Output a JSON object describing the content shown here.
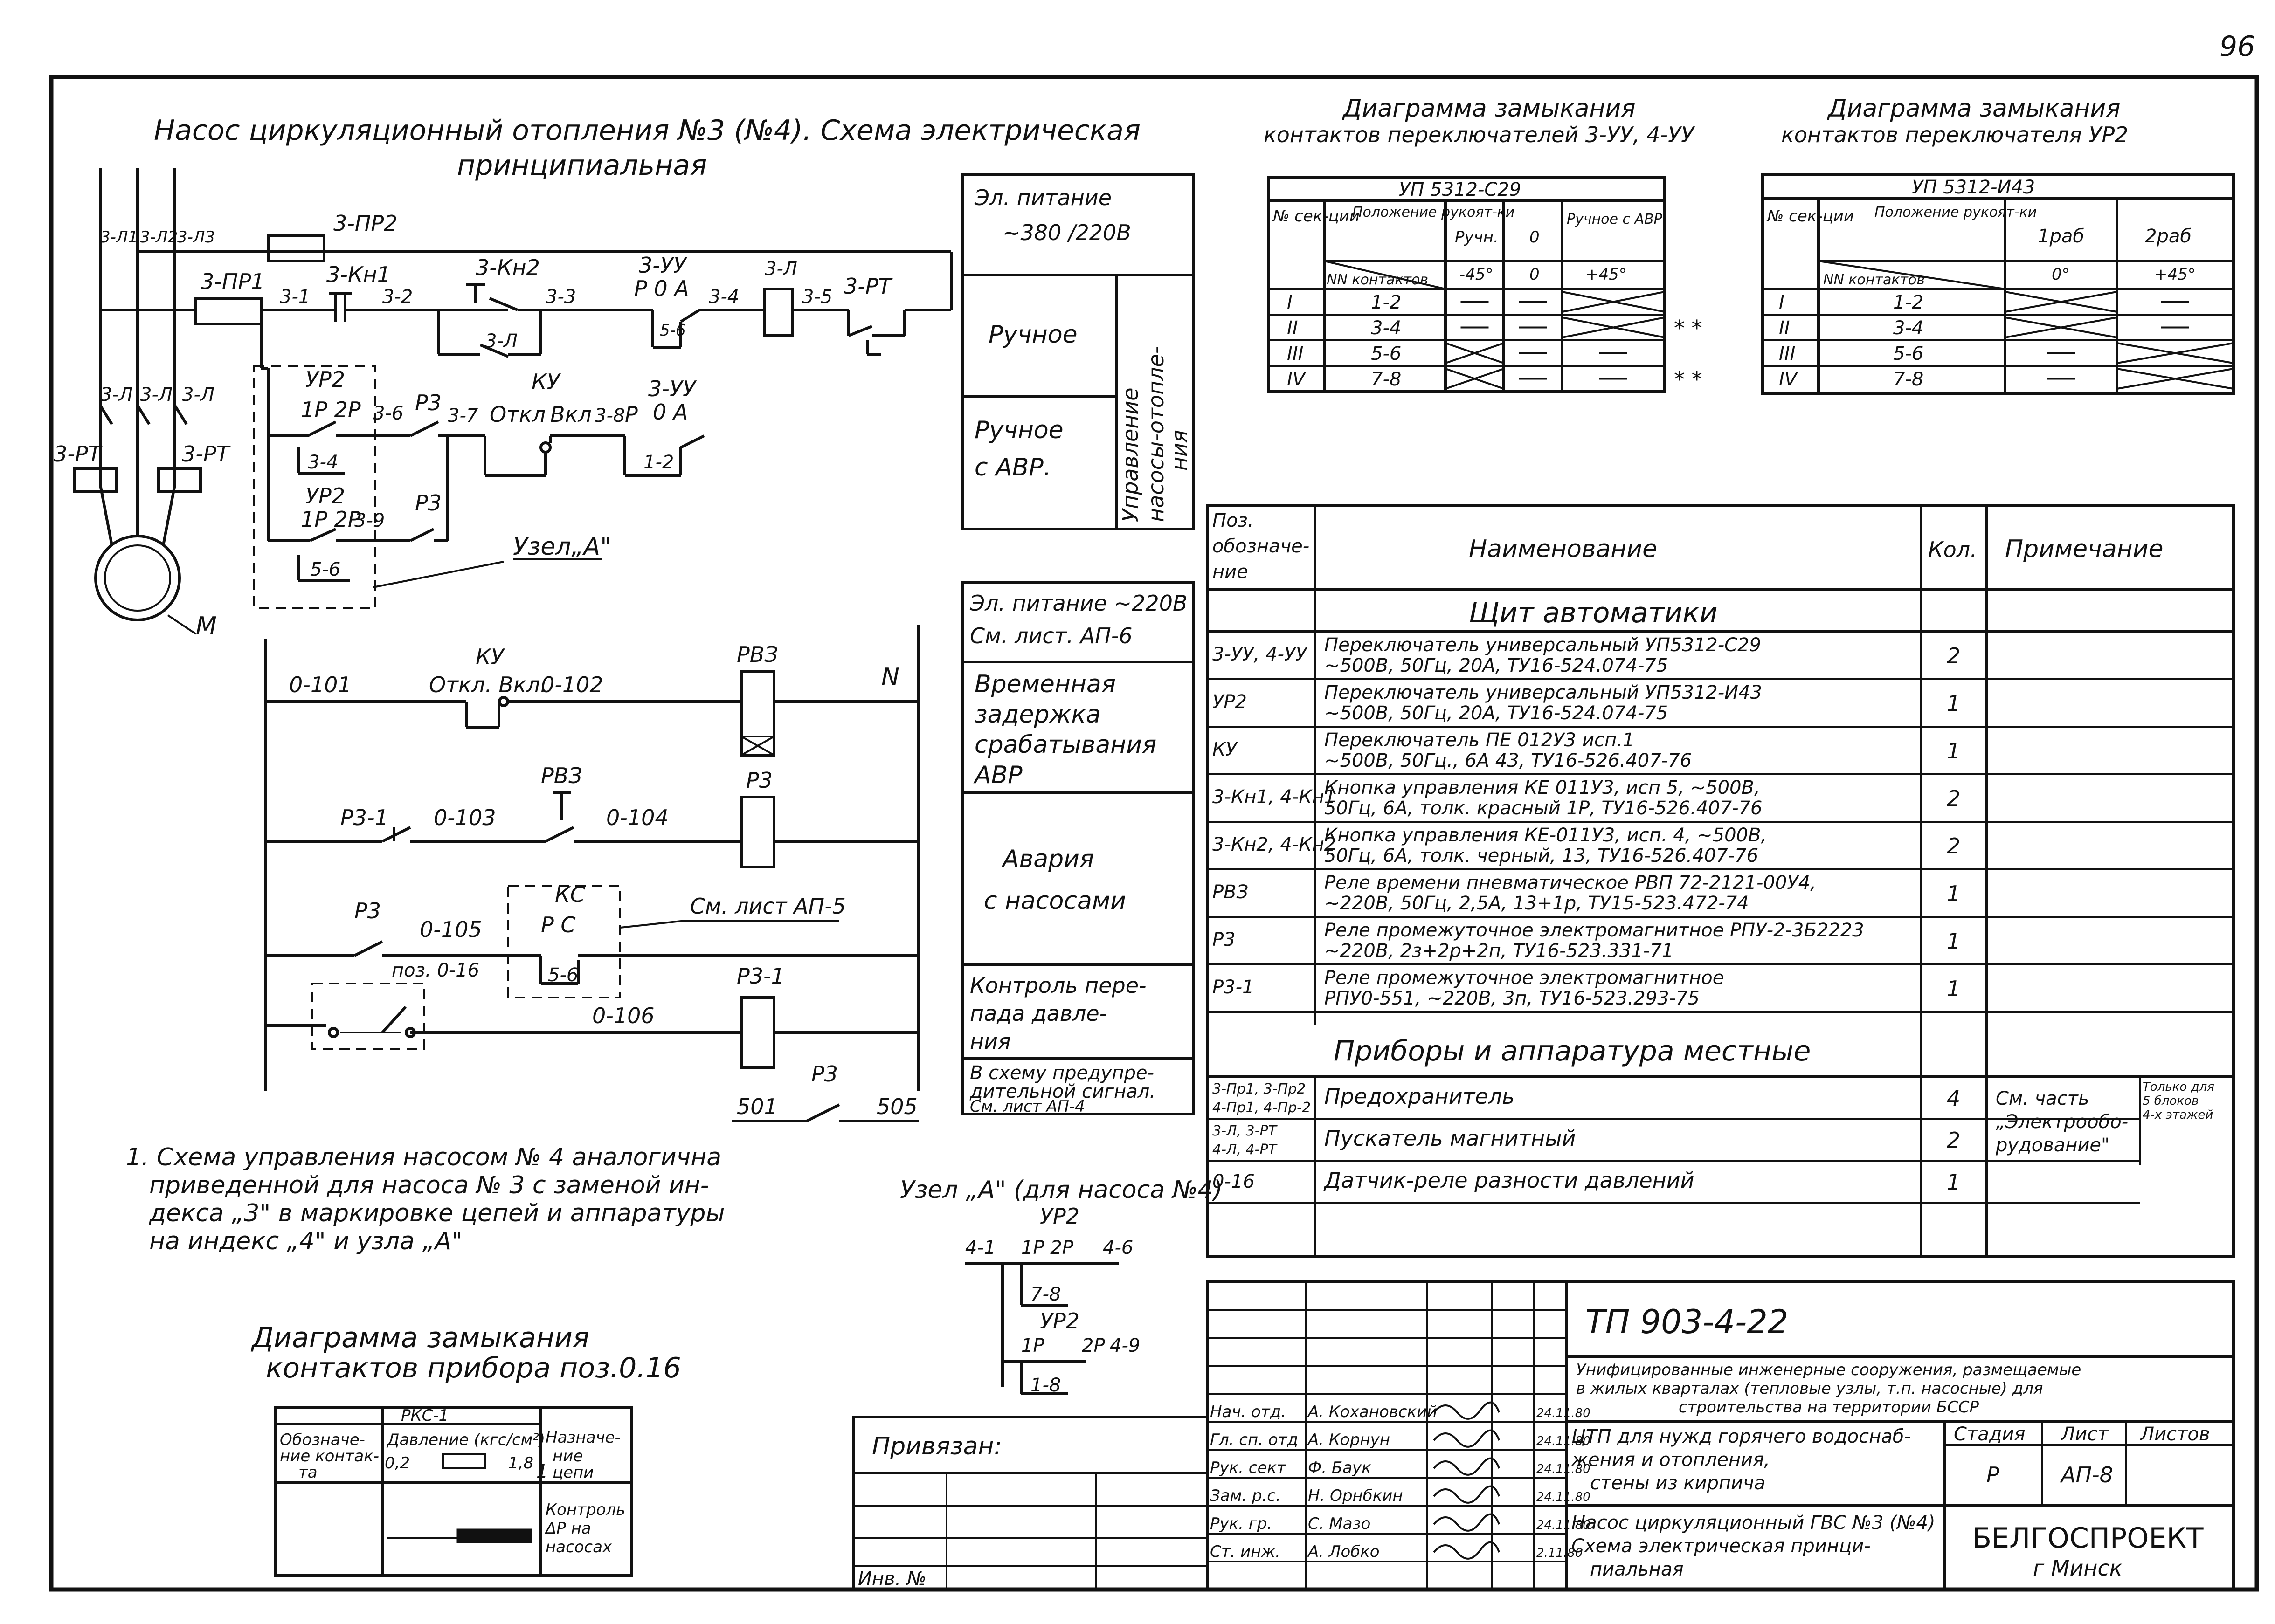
{
  "page_number": "96",
  "schematic": {
    "title_line1": "Насос циркуляционный отопления №3 (№4). Схема электрическая",
    "title_line2": "принципиальная",
    "phases": [
      "3-Л1",
      "3-Л2",
      "3-Л3"
    ],
    "labels": {
      "pr2": "3-ПР2",
      "pr1": "3-ПР1",
      "n31": "3-1",
      "kn1": "3-Кн1",
      "n32": "3-2",
      "kn2": "3-Кн2",
      "n33": "3-3",
      "l3": "3-Л",
      "uu": "3-УУ",
      "poa": "Р  0  А",
      "n34": "3-4",
      "lcoil": "3-Л",
      "n35": "3-5",
      "rt": "3-РТ",
      "n56": "5-6",
      "up2": "УР2",
      "p1p2": "1Р 2Р",
      "n36": "3-6",
      "p3": "Р3",
      "n37": "3-7",
      "otkl": "Откл",
      "ky": "КУ",
      "vkl": "Вкл",
      "n38": "3-8",
      "r": "Р",
      "uu2": "3-УУ",
      "oa": "0  А",
      "n34b": "3-4",
      "n12": "1-2",
      "up2b": "УР2",
      "p1p2b": "1Р 2Р",
      "n39": "3-9",
      "p3b": "Р3",
      "n56b": "5-6",
      "uzel": "Узел„А\"",
      "contL": [
        "3-Л",
        "3-Л",
        "3-Л"
      ],
      "rt1": "3-РТ",
      "rt2": "3-РТ",
      "motor": "М"
    }
  },
  "control": {
    "n": "N",
    "d101": "0-101",
    "ky": "КУ",
    "otkl_vkl": "Откл. Вкл.",
    "d102": "0-102",
    "rvz": "РВЗ",
    "p31": "Р3-1",
    "d103": "0-103",
    "rvz2": "РВЗ",
    "d104": "0-104",
    "p3": "Р3",
    "p3b": "Р3",
    "d105": "0-105",
    "ks": "КС",
    "pc": "Р  С",
    "ks56": "5-6",
    "see_list": "См. лист АП-5",
    "poz": "поз. 0-16",
    "p31coil": "Р3-1",
    "d106": "0-106",
    "p3c": "Р3",
    "n501": "501",
    "n505": "505"
  },
  "function_panel": {
    "power": [
      "Эл. питание",
      "~380 /220В"
    ],
    "manual": "Ручное",
    "manual_avr": [
      "Ручное",
      "с АВР."
    ],
    "vertical": [
      "Управление",
      "насосы-отопле-",
      "ния"
    ],
    "power2": [
      "Эл. питание ~220В",
      "См. лист. АП-6"
    ],
    "delay": [
      "Временная",
      "задержка",
      "срабатывания",
      "АВР"
    ],
    "alarm": [
      "Авария",
      "с насосами"
    ],
    "pressure": [
      "Контроль пере-",
      "пада давле-",
      "ния"
    ],
    "signal": [
      "В схему предупре-",
      "дительной сигнал.",
      "См. лист АП-4"
    ]
  },
  "diagram_uu": {
    "title": [
      "Диаграмма замыкания",
      "контактов переключателей 3-УУ, 4-УУ"
    ],
    "switch": "УП 5312-С29",
    "head": {
      "section": "№ сек-ции",
      "pos": "Положение рукоят-ки",
      "contacts": "NN контактов",
      "c1": "Ручн.",
      "c2": "0",
      "c3": "Ручное с АВР",
      "a1": "-45°",
      "a2": "0",
      "a3": "+45°"
    },
    "rows": [
      {
        "sec": "I",
        "cont": "1-2",
        "v": [
          "—",
          "—",
          "X"
        ]
      },
      {
        "sec": "II",
        "cont": "3-4",
        "v": [
          "—",
          "—",
          "X"
        ]
      },
      {
        "sec": "III",
        "cont": "5-6",
        "v": [
          "X",
          "—",
          "—"
        ]
      },
      {
        "sec": "IV",
        "cont": "7-8",
        "v": [
          "X",
          "—",
          "—"
        ]
      }
    ],
    "stars": "* *"
  },
  "diagram_up": {
    "title": [
      "Диаграмма замыкания",
      "контактов переключателя УР2"
    ],
    "switch": "УП 5312-И43",
    "head": {
      "section": "№ сек-ции",
      "pos": "Положение рукоят-ки",
      "contacts": "NN контактов",
      "c1": "1раб",
      "c2": "2раб",
      "a1": "0°",
      "a2": "+45°"
    },
    "rows": [
      {
        "sec": "I",
        "cont": "1-2",
        "v": [
          "X",
          "—"
        ]
      },
      {
        "sec": "II",
        "cont": "3-4",
        "v": [
          "X",
          "—"
        ]
      },
      {
        "sec": "III",
        "cont": "5-6",
        "v": [
          "—",
          "X"
        ]
      },
      {
        "sec": "IV",
        "cont": "7-8",
        "v": [
          "—",
          "X"
        ]
      }
    ]
  },
  "spec": {
    "head": {
      "pos": [
        "Поз.",
        "обозначе-",
        "ние"
      ],
      "name": "Наименование",
      "qty": "Кол.",
      "note": "Примечание"
    },
    "section1": "Щит   автоматики",
    "rows1": [
      {
        "pos": "3-УУ, 4-УУ",
        "name": [
          "Переключатель универсальный УП5312-С29",
          "~500В, 50Гц, 20А, ТУ16-524.074-75"
        ],
        "qty": "2"
      },
      {
        "pos": "УР2",
        "name": [
          "Переключатель универсальный УП5312-И43",
          "~500В, 50Гц, 20А, ТУ16-524.074-75"
        ],
        "qty": "1"
      },
      {
        "pos": "КУ",
        "name": [
          "Переключатель ПЕ 012У3 исп.1",
          "~500В, 50Гц., 6А  43, ТУ16-526.407-76"
        ],
        "qty": "1"
      },
      {
        "pos": "3-Кн1, 4-Кн1",
        "name": [
          "Кнопка управления КЕ 011У3, исп 5, ~500В,",
          "50Гц, 6А, толк. красный 1Р, ТУ16-526.407-76"
        ],
        "qty": "2"
      },
      {
        "pos": "3-Кн2, 4-Кн2",
        "name": [
          "Кнопка управления КЕ-011У3, исп. 4, ~500В,",
          "50Гц, 6А, толк. черный, 13, ТУ16-526.407-76"
        ],
        "qty": "2"
      },
      {
        "pos": "РВЗ",
        "name": [
          "Реле времени пневматическое РВП 72-2121-00У4,",
          "~220В, 50Гц, 2,5А, 13+1р, ТУ15-523.472-74"
        ],
        "qty": "1"
      },
      {
        "pos": "Р3",
        "name": [
          "Реле промежуточное электромагнитное РПУ-2-3Б2223",
          "~220В, 2з+2р+2п, ТУ16-523.331-71"
        ],
        "qty": "1"
      },
      {
        "pos": "Р3-1",
        "name": [
          "Реле промежуточное электромагнитное",
          "РПУ0-551, ~220В, 3п, ТУ16-523.293-75"
        ],
        "qty": "1"
      }
    ],
    "section2": "Приборы и аппаратура   местные",
    "rows2": [
      {
        "pos": [
          "3-Пр1, 3-Пр2",
          "4-Пр1, 4-Пр-2"
        ],
        "name": "Предохранитель",
        "qty": "4"
      },
      {
        "pos": [
          "3-Л, 3-РТ",
          "4-Л, 4-РТ"
        ],
        "name": "Пускатель магнитный",
        "qty": "2"
      },
      {
        "pos": [
          "0-16"
        ],
        "name": "Датчик-реле разности давлений",
        "qty": "1"
      }
    ],
    "note_part": [
      "См. часть",
      "„Электрообо-",
      "рудование\""
    ],
    "note_small": [
      "Только для",
      "5 блоков",
      "4-х этажей"
    ]
  },
  "notes": {
    "text": [
      "1. Схема управления насосом № 4 аналогична",
      "приведенной для насоса № 3 с заменой ин-",
      "декса „3\" в маркировке цепей и аппаратуры",
      "на индекс „4\" и узла „А\""
    ]
  },
  "node_b": {
    "title": "Узел „А\" (для насоса №4)",
    "up2": "УР2",
    "n41": "4-1",
    "p1p2": "1Р  2Р",
    "n46": "4-6",
    "n78": "7-8",
    "up2b": "УР2",
    "p1": "1Р",
    "p2": "2Р",
    "n49": "4-9",
    "n18": "1-8"
  },
  "pks": {
    "title": [
      "Диаграмма замыкания",
      "контактов прибора поз.0.16"
    ],
    "device": "РКС-1",
    "head": {
      "c1": [
        "Обозначе-",
        "ние контак-",
        "та"
      ],
      "c2": "Давление (кгс/см²)",
      "c3": [
        "Назначе-",
        "ние",
        "цепи"
      ]
    },
    "scale": [
      "0,2",
      "1,8"
    ],
    "cells": {
      "contact": "1",
      "purpose": [
        "Контроль",
        "ΔР на",
        "насосах"
      ]
    }
  },
  "title_block": {
    "binding": "Привязан:",
    "inv": "Инв. №",
    "code": "ТП  903-4-22",
    "project": [
      "Унифицированные инженерные сооружения, размещаемые",
      "в жилых кварталах (тепловые узлы, т.п. насосные) для",
      "строительства на территории БССР"
    ],
    "object": [
      "ЦТП для нужд горячего водоснаб-",
      "жения и отопления,",
      "стены из кирпича"
    ],
    "sheet_title": [
      "Насос циркуляционный ГВС №3 (№4)",
      "Схема электрическая принци-",
      "пиальная"
    ],
    "stage_h": "Стадия",
    "sheet_h": "Лист",
    "sheets_h": "Листов",
    "stage": "Р",
    "sheet": "АП-8",
    "sheets": "",
    "org": "БЕЛГОСПРОЕКТ",
    "city": "г Минск",
    "staff": [
      {
        "role": "Нач. отд.",
        "name": "А. Кохановский",
        "date": "24.11.80"
      },
      {
        "role": "Гл. сп. отд",
        "name": "А. Корнун",
        "date": "24.11.80"
      },
      {
        "role": "Рук. сект",
        "name": "Ф. Баук",
        "date": "24.11.80"
      },
      {
        "role": "Зам. р.с.",
        "name": "Н. Орнбкин",
        "date": "24.11.80"
      },
      {
        "role": "Рук. гр.",
        "name": "С. Мазо",
        "date": "24.11.80"
      },
      {
        "role": "Ст. инж.",
        "name": "А. Лобко",
        "date": "2.11.80"
      }
    ]
  }
}
